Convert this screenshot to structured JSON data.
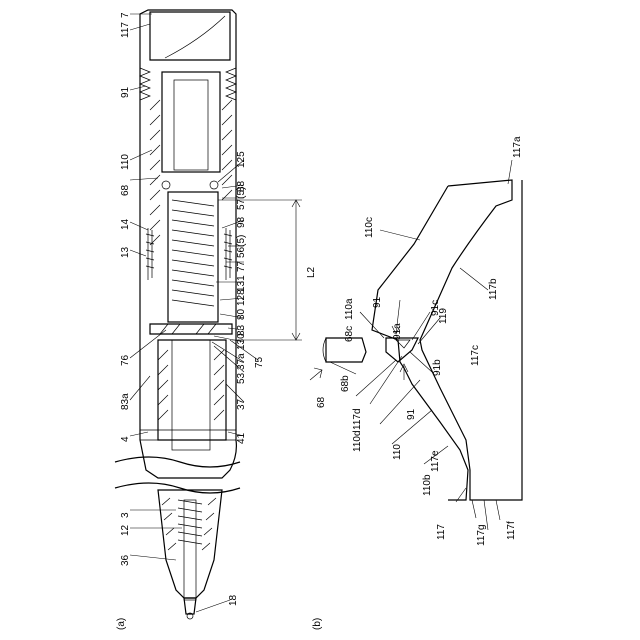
{
  "panels": [
    {
      "id": "a",
      "caption": "(a)",
      "labels": [
        "117",
        "7",
        "91",
        "110",
        "68",
        "125",
        "88",
        "57(5)",
        "14",
        "98",
        "13",
        "56(5)",
        "77",
        "131",
        "128",
        "80",
        "83",
        "76",
        "130",
        "37a",
        "53",
        "75",
        "83a",
        "37",
        "4",
        "41",
        "3",
        "12",
        "36",
        "18"
      ],
      "dimension_label": "L2"
    },
    {
      "id": "b",
      "caption": "(b)",
      "labels": [
        "117a",
        "110c",
        "117b",
        "110a",
        "91",
        "91c",
        "68c",
        "91a",
        "119",
        "117c",
        "91b",
        "68b",
        "68",
        "117d",
        "91",
        "110d",
        "110",
        "117e",
        "110b",
        "117",
        "117g",
        "117f"
      ]
    }
  ],
  "colors": {
    "line": "#000000",
    "background": "#ffffff"
  }
}
